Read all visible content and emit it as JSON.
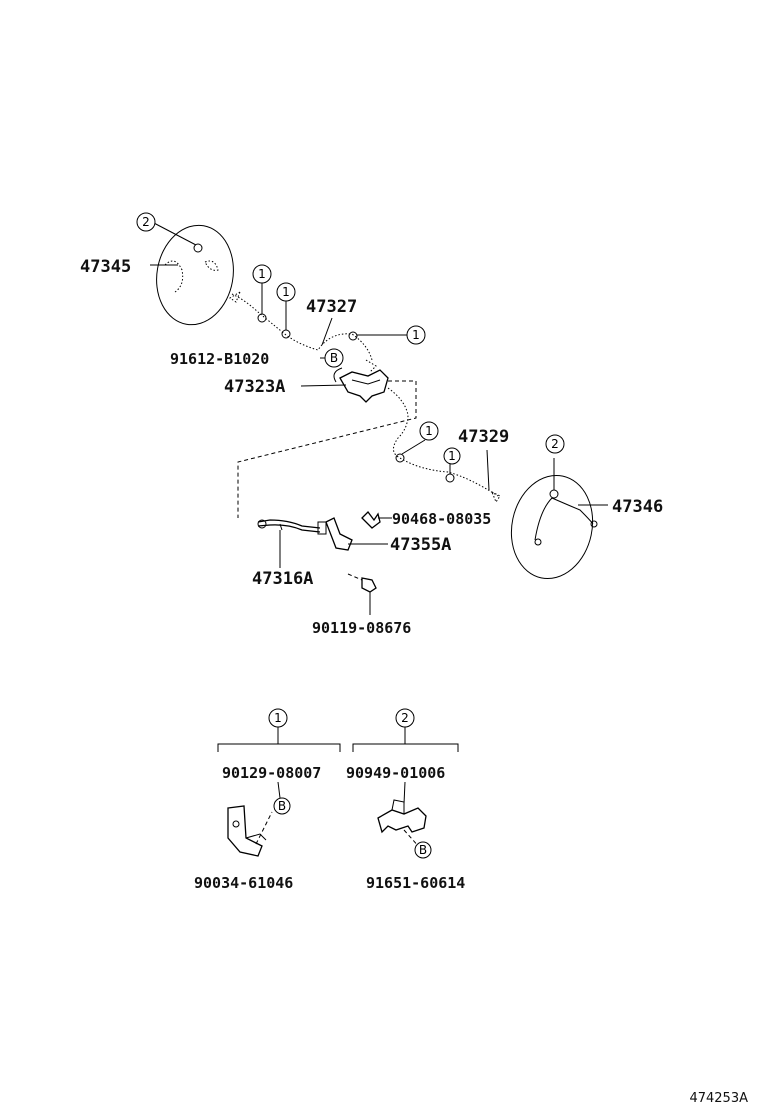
{
  "parts": {
    "p47345": "47345",
    "p47327": "47327",
    "p91612": "91612-B1020",
    "p47323A": "47323A",
    "p47329": "47329",
    "p47346": "47346",
    "p90468": "90468-08035",
    "p47355A": "47355A",
    "p47316A": "47316A",
    "p90119": "90119-08676",
    "p90129": "90129-08007",
    "p90949": "90949-01006",
    "p90034": "90034-61046",
    "p91651": "91651-60614"
  },
  "callouts": {
    "one": "1",
    "two": "2",
    "b": "B"
  },
  "figure_number": "474253A"
}
